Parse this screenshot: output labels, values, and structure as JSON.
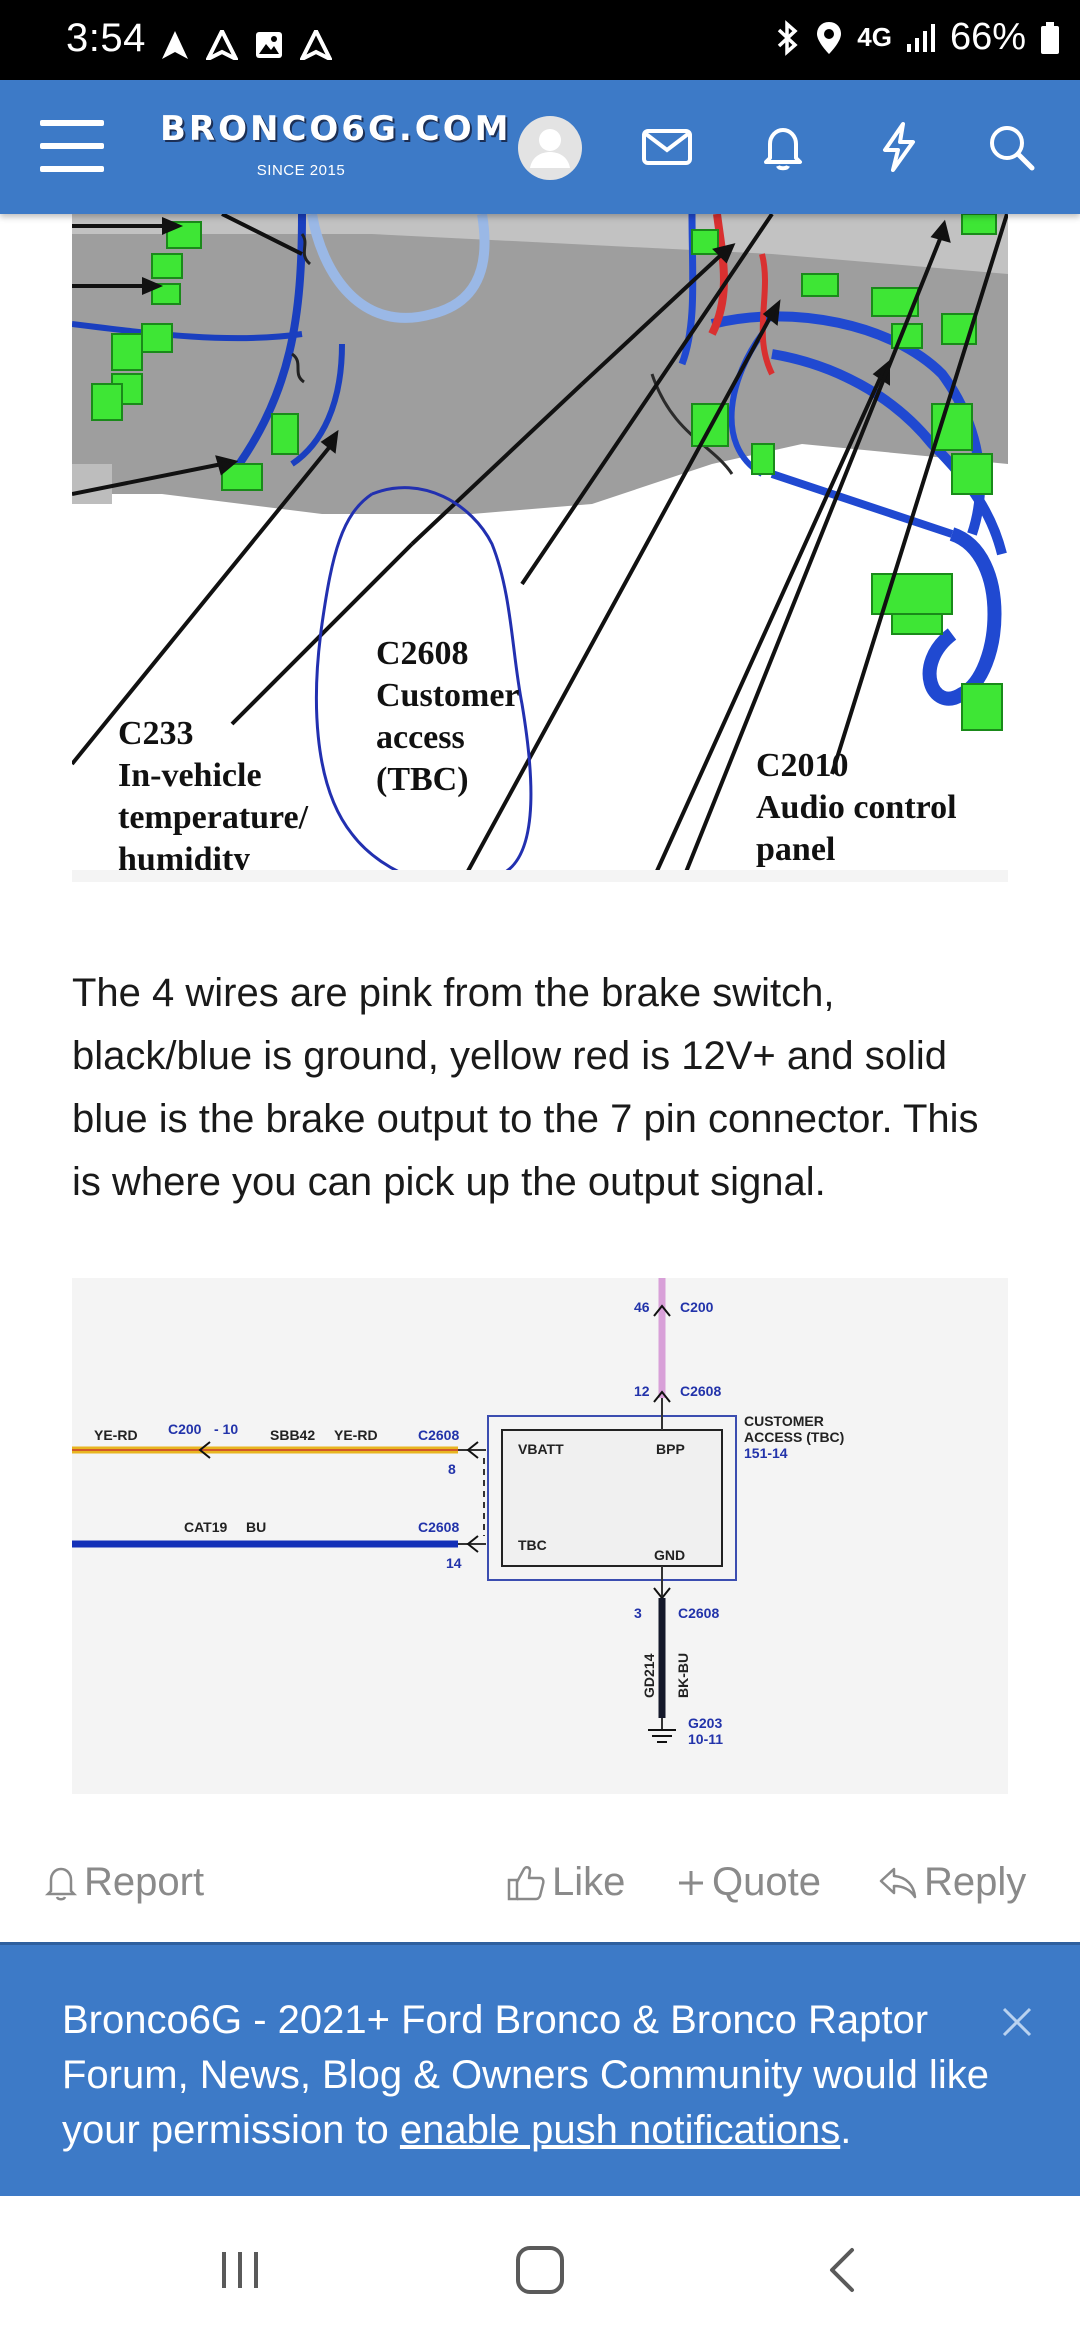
{
  "status_bar": {
    "time": "3:54",
    "network": "4G",
    "battery": "66%",
    "left_icons": [
      "navigation-icon",
      "navigation-icon",
      "gallery-icon",
      "navigation-icon"
    ],
    "right_icons": [
      "bluetooth-icon",
      "location-icon",
      "signal-icon",
      "battery-icon"
    ]
  },
  "header": {
    "logo_text": "BRONCO6G.COM",
    "logo_tagline": "SINCE 2015",
    "icons": [
      "menu-icon",
      "avatar-icon",
      "mail-icon",
      "bell-icon",
      "bolt-icon",
      "search-icon"
    ],
    "color": "#3d7ac7"
  },
  "photo": {
    "labels": {
      "c233": [
        "C233",
        "In-vehicle",
        "temperature/",
        "humidity"
      ],
      "c2608": [
        "C2608",
        "Customer",
        "access",
        "(TBC)"
      ],
      "c2010": [
        "C2010",
        "Audio control",
        "panel"
      ]
    }
  },
  "post": {
    "body": "The 4 wires are pink from the brake switch, black/blue is ground, yellow red is 12V+ and solid blue is the brake output to the 7 pin connector. This is where you can pick up the output signal."
  },
  "schematic": {
    "labels": {
      "ye_rd_left": "YE-RD",
      "c200_10": "C200",
      "pin_10": "- 10",
      "sbb42": "SBB42",
      "ye_rd_mid": "YE-RD",
      "c2608_top": "C2608",
      "pin_8": "8",
      "cat19": "CAT19",
      "bu": "BU",
      "c2608_mid": "C2608",
      "pin_14": "14",
      "pin_46": "46",
      "c200_top": "C200",
      "pin_12": "12",
      "c2608_upper": "C2608",
      "vbatt": "VBATT",
      "bpp": "BPP",
      "tbc": "TBC",
      "gnd": "GND",
      "customer_access_1": "CUSTOMER",
      "customer_access_2": "ACCESS (TBC)",
      "customer_access_ref": "151-14",
      "pin_3": "3",
      "c2608_bottom": "C2608",
      "gd214": "GD214",
      "bk_bu": "BK-BU",
      "g203": "G203",
      "g203_ref": "10-11"
    },
    "wire_colors": {
      "yellow_red": "#e8b520",
      "blue": "#1330b8",
      "pink": "#d8a0d8",
      "black_blue": "#14182a",
      "accent_text": "#2233aa"
    }
  },
  "actions": {
    "report": "Report",
    "like": "Like",
    "quote": "Quote",
    "reply": "Reply"
  },
  "banner": {
    "text": "Bronco6G - 2021+ Ford Bronco & Bronco Raptor Forum, News, Blog & Owners Community would like your permission to ",
    "link": "enable push notifications",
    "suffix": "."
  },
  "nav_bar": {
    "buttons": [
      "recents-icon",
      "home-icon",
      "back-icon"
    ]
  }
}
